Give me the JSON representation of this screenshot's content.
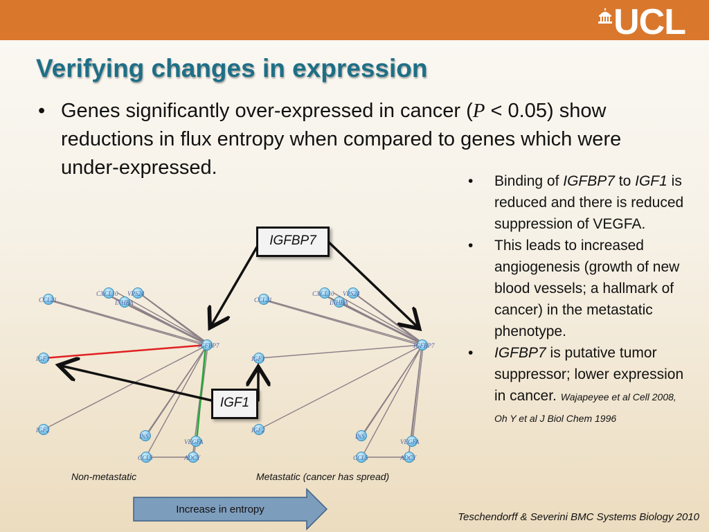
{
  "header": {
    "logo_text": "UCL",
    "accent_color": "#d9782d"
  },
  "slide": {
    "title": "Verifying changes in expression",
    "title_color": "#1e6f86",
    "bullet_marker": "•",
    "main_bullet": {
      "part1": "Genes significantly over-expressed in cancer (",
      "p_symbol": "P",
      "part2": " < 0.05) show reductions in flux entropy when compared to genes which were under-expressed."
    },
    "side_bullets": {
      "b1_pre": "Binding of ",
      "b1_gene1": "IGFBP7",
      "b1_mid": " to ",
      "b1_gene2": "IGF1",
      "b1_post": " is reduced and there is reduced suppression of VEGFA.",
      "b2": "This leads to increased angiogenesis (growth of new blood vessels; a hallmark of cancer) in the metastatic phenotype.",
      "b3_gene": "IGFBP7",
      "b3_post": " is putative tumor suppressor; lower expression in cancer.",
      "b3_cite": "Wajapeyee et al Cell 2008, Oh Y et al J Biol Chem 1996"
    }
  },
  "diagram": {
    "labels": {
      "igfbp7_box": "IGFBP7",
      "igf1_box": "IGF1"
    },
    "captions": {
      "left": "Non-metastatic",
      "right": "Metastatic (cancer has spread)"
    },
    "entropy_arrow_label": "Increase in entropy",
    "node_labels": {
      "ccl21": "CCL21",
      "cxcl10": "CXCL10",
      "vps24": "VPS24",
      "inhba": "INHBA",
      "igfbp7": "IGFBP7",
      "igf1": "IGF1",
      "igf2": "IGF2",
      "ins": "INS",
      "vegfa": "VEGFA",
      "ccl5": "CCL5",
      "adcy": "ADCY"
    },
    "edge_colors": {
      "reduced_binding": "#e02020",
      "vegfa_link": "#27a83a"
    }
  },
  "footer": {
    "credit": "Teschendorff & Severini BMC Systems Biology 2010"
  }
}
